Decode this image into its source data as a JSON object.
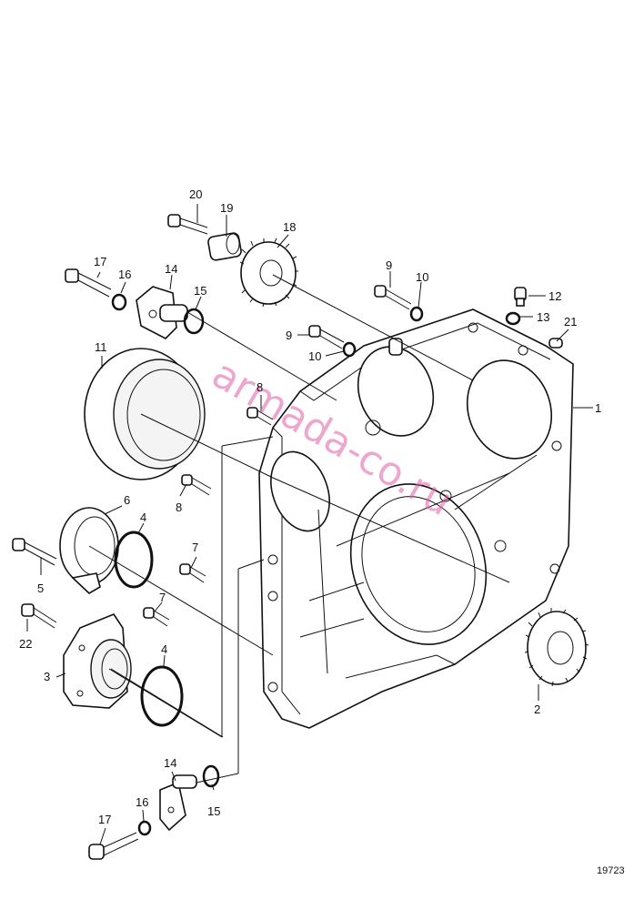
{
  "diagram": {
    "reference_number": "19723",
    "watermark": "armada-co.ru",
    "callouts": [
      {
        "id": "c1",
        "label": "1"
      },
      {
        "id": "c2",
        "label": "2"
      },
      {
        "id": "c3",
        "label": "3"
      },
      {
        "id": "c4a",
        "label": "4"
      },
      {
        "id": "c4b",
        "label": "4"
      },
      {
        "id": "c5",
        "label": "5"
      },
      {
        "id": "c6",
        "label": "6"
      },
      {
        "id": "c7a",
        "label": "7"
      },
      {
        "id": "c7b",
        "label": "7"
      },
      {
        "id": "c8a",
        "label": "8"
      },
      {
        "id": "c8b",
        "label": "8"
      },
      {
        "id": "c9a",
        "label": "9"
      },
      {
        "id": "c9b",
        "label": "9"
      },
      {
        "id": "c10a",
        "label": "10"
      },
      {
        "id": "c10b",
        "label": "10"
      },
      {
        "id": "c11",
        "label": "11"
      },
      {
        "id": "c12",
        "label": "12"
      },
      {
        "id": "c13",
        "label": "13"
      },
      {
        "id": "c14a",
        "label": "14"
      },
      {
        "id": "c14b",
        "label": "14"
      },
      {
        "id": "c15a",
        "label": "15"
      },
      {
        "id": "c15b",
        "label": "15"
      },
      {
        "id": "c16a",
        "label": "16"
      },
      {
        "id": "c16b",
        "label": "16"
      },
      {
        "id": "c17a",
        "label": "17"
      },
      {
        "id": "c17b",
        "label": "17"
      },
      {
        "id": "c18",
        "label": "18"
      },
      {
        "id": "c19",
        "label": "19"
      },
      {
        "id": "c20",
        "label": "20"
      },
      {
        "id": "c21",
        "label": "21"
      },
      {
        "id": "c22",
        "label": "22"
      }
    ]
  }
}
